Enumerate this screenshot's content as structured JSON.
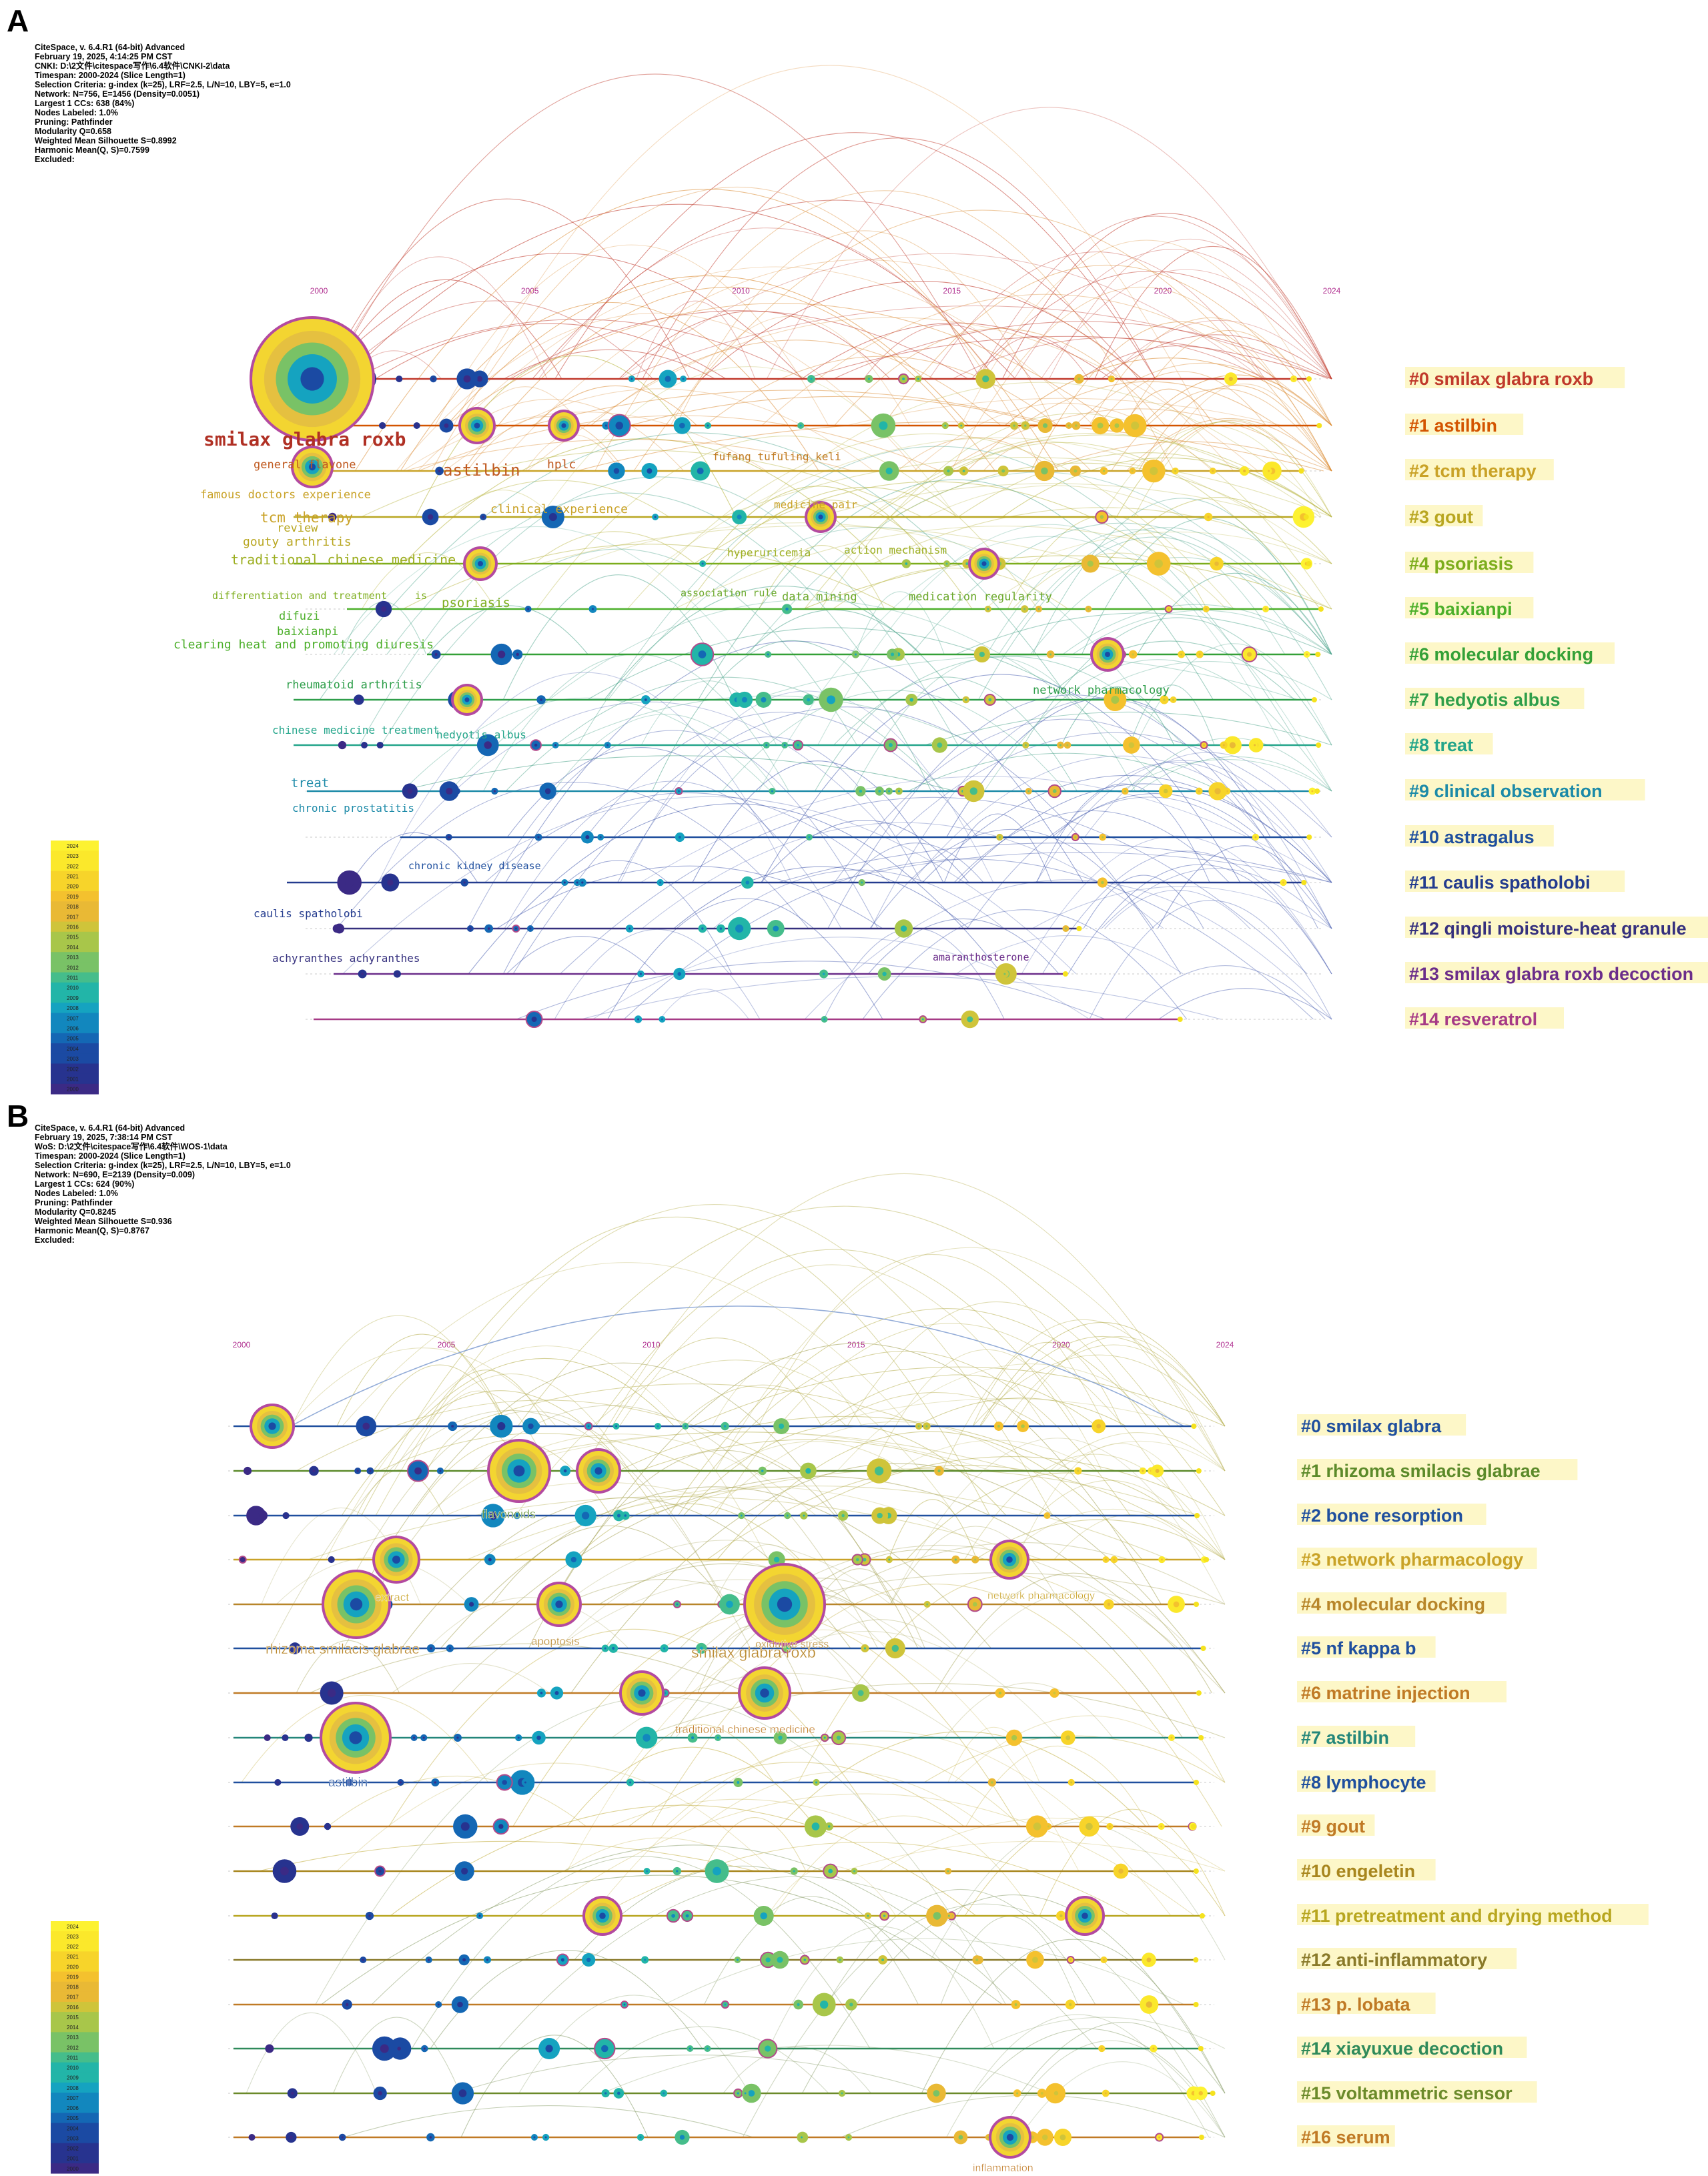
{
  "panels": [
    {
      "letter": "A",
      "meta": [
        "CiteSpace, v. 6.4.R1 (64-bit) Advanced",
        "February 19, 2025, 4:14:25 PM CST",
        "CNKI: D:\\2文件\\citespace写作\\6.4软件\\CNKI-2\\data",
        "Timespan: 2000-2024 (Slice Length=1)",
        "Selection Criteria: g-index (k=25), LRF=2.5, L/N=10, LBY=5, e=1.0",
        "Network: N=756, E=1456 (Density=0.0051)",
        "Largest 1 CCs: 638 (84%)",
        "Nodes Labeled: 1.0%",
        "Pruning: Pathfinder",
        "Modularity Q=0.658",
        "Weighted Mean Silhouette S=0.8992",
        "Harmonic Mean(Q, S)=0.7599",
        "Excluded:"
      ],
      "years": [
        "2000",
        "2005",
        "2010",
        "2015",
        "2020",
        "2024"
      ],
      "clusters": [
        {
          "label": "#0 smilax glabra roxb",
          "color": "#c0392b"
        },
        {
          "label": "#1 astilbin",
          "color": "#d35400"
        },
        {
          "label": "#2 tcm therapy",
          "color": "#c9a227"
        },
        {
          "label": "#3 gout",
          "color": "#b8a620"
        },
        {
          "label": "#4 psoriasis",
          "color": "#7cad1c"
        },
        {
          "label": "#5 baixianpi",
          "color": "#4caf2a"
        },
        {
          "label": "#6 molecular docking",
          "color": "#34a037"
        },
        {
          "label": "#7 hedyotis albus",
          "color": "#2e9e4a"
        },
        {
          "label": "#8 treat",
          "color": "#23a58a"
        },
        {
          "label": "#9 clinical observation",
          "color": "#1c8aa8"
        },
        {
          "label": "#10 astragalus",
          "color": "#1f4f9e"
        },
        {
          "label": "#11 caulis spatholobi",
          "color": "#233b8e"
        },
        {
          "label": "#12 qingli moisture-heat granule",
          "color": "#35307e"
        },
        {
          "label": "#13 smilax glabra roxb decoction",
          "color": "#6b2d8a"
        },
        {
          "label": "#14 resveratrol",
          "color": "#a63a86"
        }
      ],
      "keywords": [
        "smilax glabra roxb",
        "general flavone",
        "astilbin",
        "hplc",
        "fufang tufuling keli",
        "famous doctors experience",
        "tcm therapy",
        "clinical experience",
        "medicine pair",
        "review",
        "gouty arthritis",
        "traditional chinese medicine",
        "hyperuricemia",
        "action mechanism",
        "differentiation and treatment",
        "is",
        "psoriasis",
        "association rule",
        "data mining",
        "medication regularity",
        "difuzi",
        "baixianpi",
        "clearing heat and promoting diuresis",
        "rheumatoid arthritis",
        "network pharmacology",
        "chinese medicine treatment",
        "hedyotis albus",
        "treat",
        "chronic prostatitis",
        "chronic kidney disease",
        "caulis spatholobi",
        "achyranthes achyranthes",
        "amaranthosterone"
      ],
      "legend_years": [
        "2024",
        "2023",
        "2022",
        "2021",
        "2020",
        "2019",
        "2018",
        "2017",
        "2016",
        "2015",
        "2014",
        "2013",
        "2012",
        "2011",
        "2010",
        "2009",
        "2008",
        "2007",
        "2006",
        "2005",
        "2004",
        "2003",
        "2002",
        "2001",
        "2000"
      ]
    },
    {
      "letter": "B",
      "meta": [
        "CiteSpace, v. 6.4.R1 (64-bit) Advanced",
        "February 19, 2025, 7:38:14 PM CST",
        "WoS: D:\\2文件\\citespace写作\\6.4软件\\WOS-1\\data",
        "Timespan: 2000-2024 (Slice Length=1)",
        "Selection Criteria: g-index (k=25), LRF=2.5, L/N=10, LBY=5, e=1.0",
        "Network: N=690, E=2139 (Density=0.009)",
        "Largest 1 CCs: 624 (90%)",
        "Nodes Labeled: 1.0%",
        "Pruning: Pathfinder",
        "Modularity Q=0.8245",
        "Weighted Mean Silhouette S=0.936",
        "Harmonic Mean(Q, S)=0.8767",
        "Excluded:"
      ],
      "years": [
        "2000",
        "2005",
        "2010",
        "2015",
        "2020",
        "2024"
      ],
      "clusters": [
        {
          "label": "#0 smilax glabra",
          "color": "#1f4f9e"
        },
        {
          "label": "#1 rhizoma smilacis glabrae",
          "color": "#5c8a2a"
        },
        {
          "label": "#2 bone resorption",
          "color": "#1f4f9e"
        },
        {
          "label": "#3 network pharmacology",
          "color": "#c9a227"
        },
        {
          "label": "#4 molecular docking",
          "color": "#b8862a"
        },
        {
          "label": "#5 nf kappa b",
          "color": "#1f4f9e"
        },
        {
          "label": "#6 matrine injection",
          "color": "#c07a25"
        },
        {
          "label": "#7 astilbin",
          "color": "#23867a"
        },
        {
          "label": "#8 lymphocyte",
          "color": "#1f4f9e"
        },
        {
          "label": "#9 gout",
          "color": "#c07a25"
        },
        {
          "label": "#10 engeletin",
          "color": "#a8861e"
        },
        {
          "label": "#11 pretreatment and drying method",
          "color": "#b8a620"
        },
        {
          "label": "#12 anti-inflammatory",
          "color": "#8a7a2a"
        },
        {
          "label": "#13 p. lobata",
          "color": "#c07a25"
        },
        {
          "label": "#14 xiayuxue decoction",
          "color": "#2e8a5a"
        },
        {
          "label": "#15 voltammetric sensor",
          "color": "#6b8a2a"
        },
        {
          "label": "#16 serum",
          "color": "#c07a25"
        }
      ],
      "keywords": [
        "flavonoids",
        "extract",
        "network pharmacology",
        "rhizoma smilacis glabrae",
        "apoptosis",
        "smilax glabra roxb",
        "oxidative stress",
        "traditional chinese medicine",
        "astilbin",
        "inflammation"
      ],
      "legend_years": [
        "2024",
        "2023",
        "2022",
        "2021",
        "2020",
        "2019",
        "2018",
        "2017",
        "2016",
        "2015",
        "2014",
        "2013",
        "2012",
        "2011",
        "2010",
        "2009",
        "2008",
        "2007",
        "2006",
        "2005",
        "2004",
        "2003",
        "2002",
        "2001",
        "2000"
      ]
    }
  ]
}
